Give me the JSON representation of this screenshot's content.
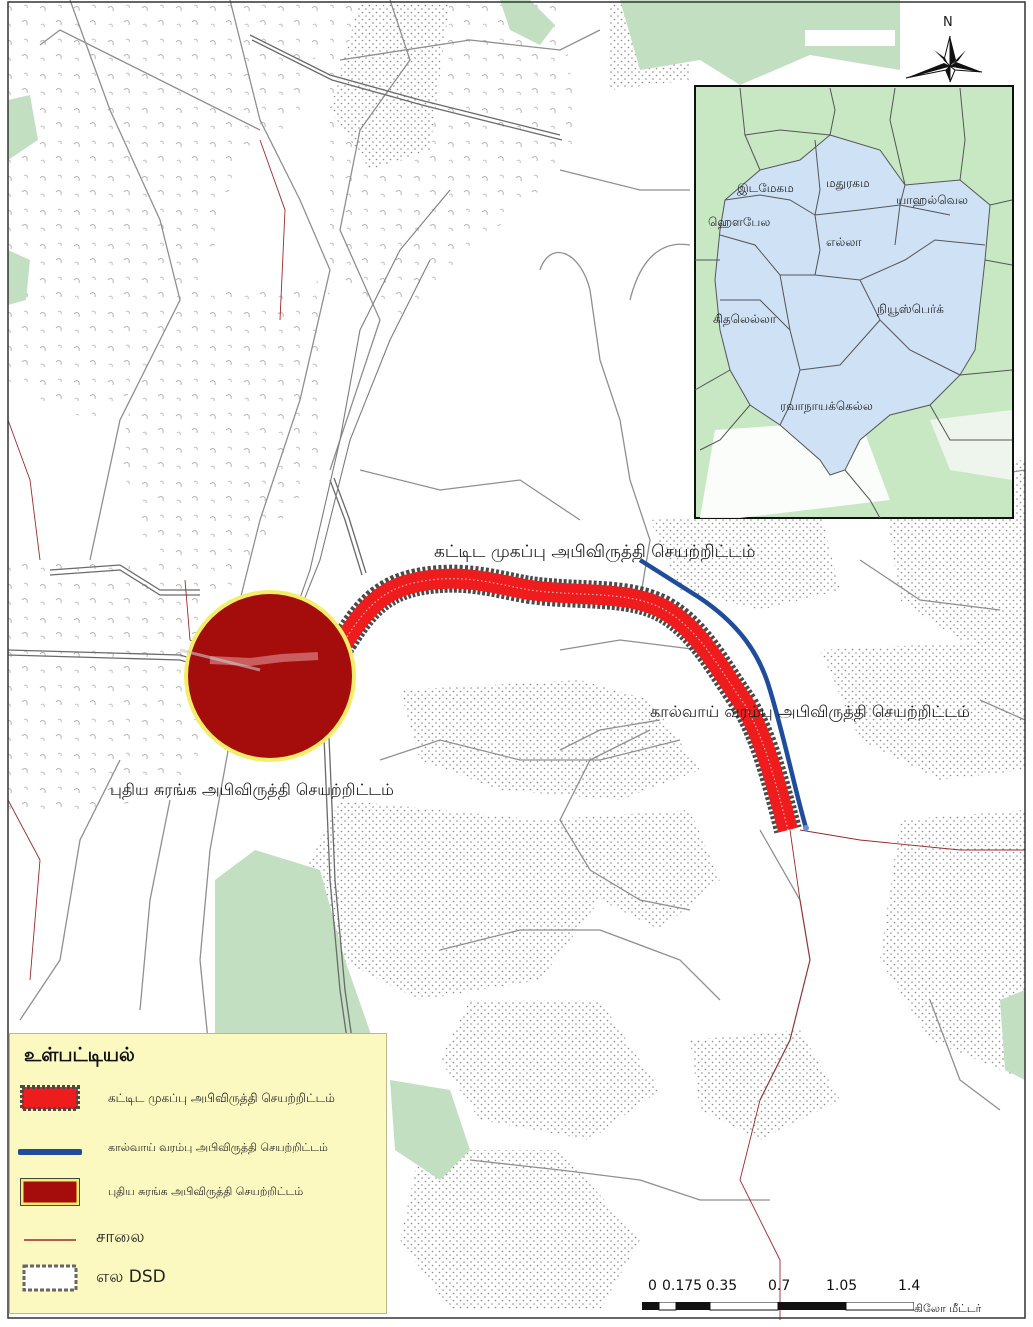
{
  "north_label": "N",
  "colors": {
    "forest_green": "#c3dfc2",
    "inset_green": "#c8e8c4",
    "inset_blue": "#cfe1f5",
    "project_red": "#ee1c1c",
    "project_dark": "#555555",
    "tunnel_red": "#a50d0d",
    "tunnel_ring": "#f2ee6a",
    "canal_blue": "#1f4d9c",
    "road_red": "#9b2a2a"
  },
  "map_labels": {
    "building_project": "கட்டிட முகப்பு அபிவிருத்தி செயற்றிட்டம்",
    "canal_project": "கால்வாய் வரம்பு அபிவிருத்தி செயற்றிட்டம்",
    "tunnel_project": "புதிய சுரங்க அபிவிருத்தி செயற்றிட்டம்"
  },
  "inset": {
    "divisions": [
      {
        "name": "இடமேகம"
      },
      {
        "name": "மதுரகம"
      },
      {
        "name": "யாஹல்வெல"
      },
      {
        "name": "ஹெளபேல"
      },
      {
        "name": "எல்லா"
      },
      {
        "name": "கிதலெல்லா"
      },
      {
        "name": "நியூஸ்பெர்க்"
      },
      {
        "name": "ரவாநாயக்கெல்ல"
      }
    ]
  },
  "legend": {
    "title": "உள்பட்டியல்",
    "items": [
      {
        "label": "கட்டிட முகப்பு அபிவிருத்தி செயற்றிட்டம்",
        "symbol": "building-project-band"
      },
      {
        "label": "கால்வாய் வரம்பு அபிவிருத்தி செயற்றிட்டம்",
        "symbol": "canal-line"
      },
      {
        "label": "புதிய சுரங்க அபிவிருத்தி செயற்றிட்டம்",
        "symbol": "tunnel-polygon"
      },
      {
        "label": "சாலை",
        "symbol": "road-line"
      },
      {
        "label": "எல DSD",
        "symbol": "dsd-boundary"
      }
    ]
  },
  "scale_bar": {
    "ticks": [
      "0",
      "0.175",
      "0.35",
      "0.7",
      "1.05",
      "1.4"
    ],
    "unit": "கிலோ மீட்டர்"
  }
}
